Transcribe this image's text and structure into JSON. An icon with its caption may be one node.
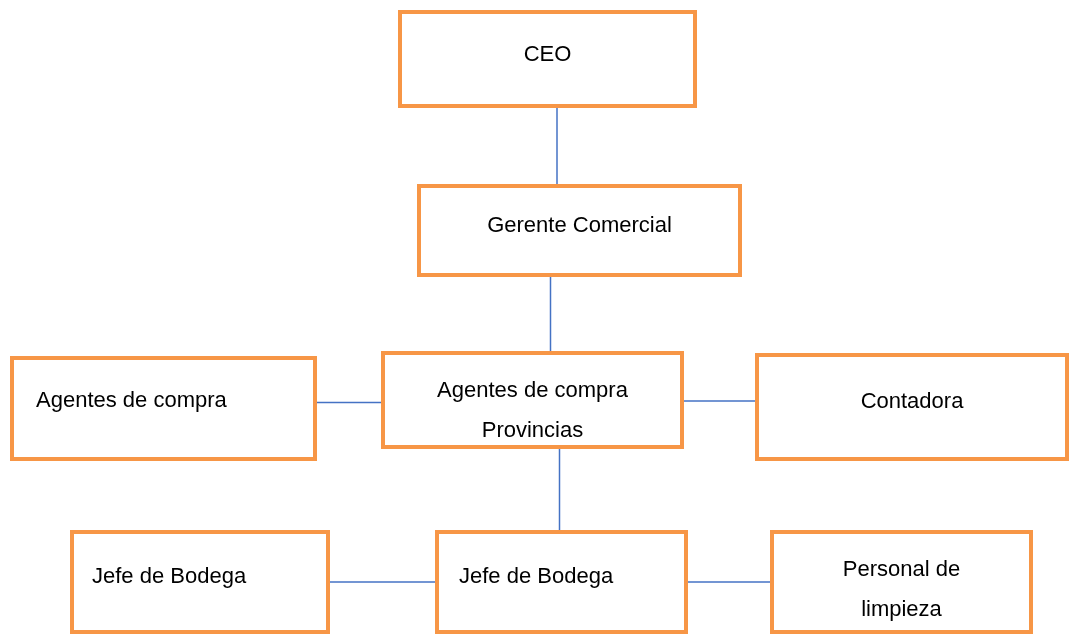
{
  "diagram": {
    "nodes": [
      {
        "text": [
          "CEO"
        ]
      },
      {
        "text": [
          "Gerente Comercial"
        ]
      },
      {
        "text": [
          "Agentes de compra"
        ]
      },
      {
        "text": [
          "Agentes de compra Provincias"
        ]
      },
      {
        "text": [
          "Contadora"
        ]
      },
      {
        "text": [
          "Jefe de Bodega"
        ]
      },
      {
        "text": [
          "Jefe de Bodega"
        ]
      },
      {
        "text": [
          "Personal de limpieza"
        ]
      }
    ],
    "edges": [
      {
        "from": 0,
        "to": 1,
        "arrow": "none"
      },
      {
        "from": 1,
        "to": 3,
        "arrow": "none"
      },
      {
        "from": 2,
        "to": 3,
        "arrow": "none"
      },
      {
        "from": 3,
        "to": 4,
        "arrow": "none"
      },
      {
        "from": 3,
        "to": 6,
        "arrow": "none"
      },
      {
        "from": 5,
        "to": 6,
        "arrow": "none"
      },
      {
        "from": 6,
        "to": 7,
        "arrow": "none"
      }
    ]
  }
}
